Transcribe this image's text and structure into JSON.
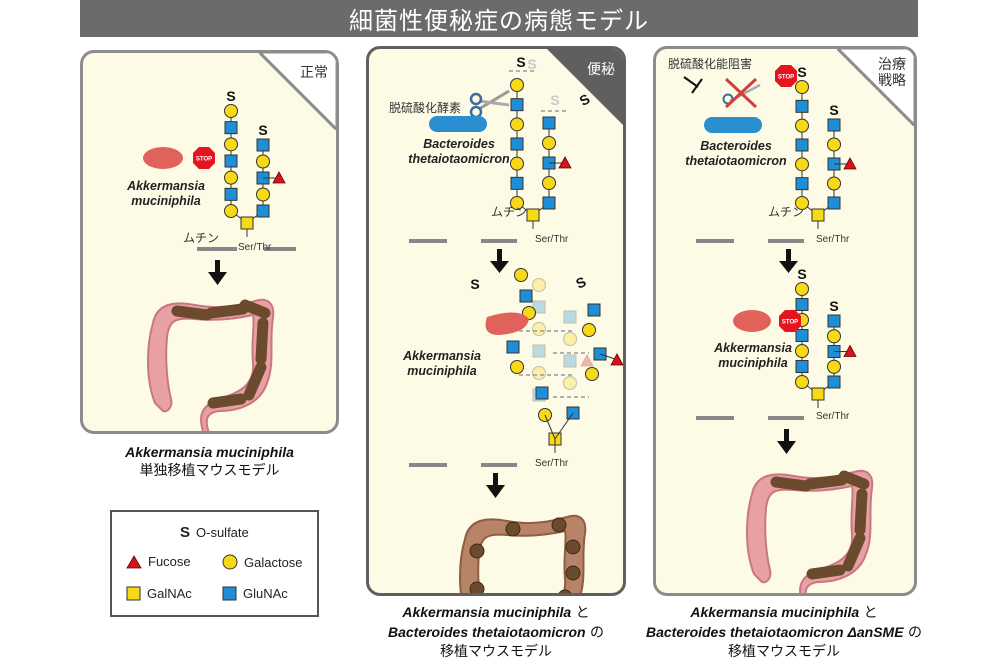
{
  "title": "細菌性便秘症の病態モデル",
  "colors": {
    "title_bar": "#6b6b6b",
    "panel_bg": "#fdfbe6",
    "galactose": "#f7d917",
    "glunac": "#1e8fd6",
    "galnac": "#f7d917",
    "fucose": "#d6141e",
    "akkermansia": "#e0625a",
    "bacteroides": "#2a8fd0",
    "colon": "#e8a0a4",
    "stool": "#6b4a2e",
    "stop_sign": "#e51420"
  },
  "panels": [
    {
      "id": "normal",
      "corner_label": "正常",
      "bacteria": [
        {
          "name": "Akkermansia muciniphila",
          "line1": "Akkermansia",
          "line2": "muciniphila",
          "blocked_icon": "STOP"
        }
      ],
      "mucin_label": "ムチン",
      "anchor_label": "Ser/Thr",
      "sulfate_symbol": "S",
      "colon_state": "normal-formed-stool",
      "caption_italic": "Akkermansia muciniphila",
      "caption_line2": "単独移植マウスモデル"
    },
    {
      "id": "constipation",
      "corner_label": "便秘",
      "enzyme_label": "脱硫酸化酵素",
      "bacteria_top": {
        "line1": "Bacteroides",
        "line2": "thetaiotaomicron"
      },
      "bacteria_bottom": {
        "line1": "Akkermansia",
        "line2": "muciniphila"
      },
      "mucin_label": "ムチン",
      "anchor_label": "Ser/Thr",
      "anchor_label_2": "Ser/Thr",
      "sulfate_symbol": "S",
      "colon_state": "pellet-stool",
      "caption_line1_italic": "Akkermansia muciniphila",
      "caption_line1_suffix": " と",
      "caption_line2_italic": "Bacteroides thetaiotaomicron",
      "caption_line2_suffix": " の",
      "caption_line3": "移植マウスモデル"
    },
    {
      "id": "treatment",
      "corner_label_1": "治療",
      "corner_label_2": "戦略",
      "inhibition_label": "脱硫酸化能阻害",
      "stop_text": "STOP",
      "bacteria_top": {
        "line1": "Bacteroides",
        "line2": "thetaiotaomicron"
      },
      "bacteria_bottom": {
        "line1": "Akkermansia",
        "line2": "muciniphila"
      },
      "mucin_label": "ムチン",
      "anchor_label": "Ser/Thr",
      "anchor_label_2": "Ser/Thr",
      "sulfate_symbol": "S",
      "colon_state": "normal-formed-stool",
      "caption_line1_italic": "Akkermansia muciniphila",
      "caption_line1_suffix": " と",
      "caption_line2_italic": "Bacteroides thetaiotaomicron ΔanSME",
      "caption_line2_suffix": " の",
      "caption_line3": "移植マウスモデル"
    }
  ],
  "legend": {
    "sulfate_symbol": "S",
    "sulfate_label": "O-sulfate",
    "fucose_label": "Fucose",
    "galactose_label": "Galactose",
    "galnac_label": "GalNAc",
    "glunac_label": "GluNAc"
  }
}
